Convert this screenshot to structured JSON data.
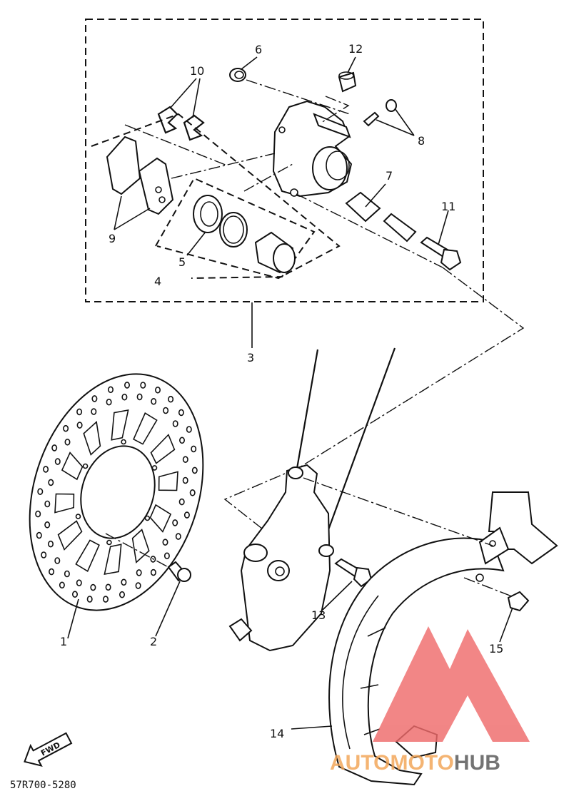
{
  "callouts": {
    "c1": "1",
    "c2": "2",
    "c3": "3",
    "c4": "4",
    "c5": "5",
    "c6": "6",
    "c7": "7",
    "c8": "8",
    "c9": "9",
    "c10": "10",
    "c11": "11",
    "c12": "12",
    "c13": "13",
    "c14": "14",
    "c15": "15"
  },
  "fwd_arrow": "FWD",
  "drawing_code": "57R700-5280",
  "watermark": {
    "text_orange": "AUTOMOTO",
    "text_dark": "HUB",
    "color_orange": "#f2a455",
    "color_dark": "#555555",
    "color_logo": "#ef6b6b"
  }
}
